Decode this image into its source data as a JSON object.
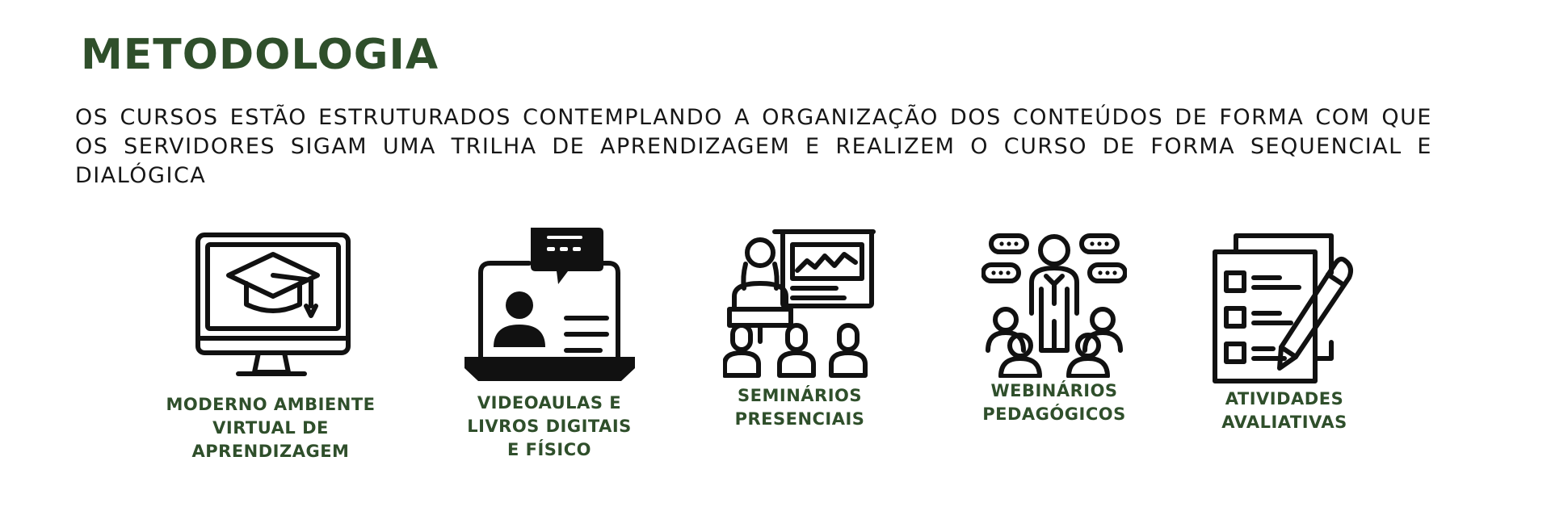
{
  "title": "METODOLOGIA",
  "intro": "OS CURSOS ESTÃO ESTRUTURADOS CONTEMPLANDO A ORGANIZAÇÃO DOS CONTEÚDOS DE FORMA COM QUE OS SERVIDORES SIGAM UMA TRILHA DE APRENDIZAGEM E REALIZEM O CURSO DE FORMA SEQUENCIAL E DIALÓGICA",
  "colors": {
    "accent": "#2f4f2b",
    "text": "#161616",
    "icon": "#111111"
  },
  "items": [
    {
      "icon": "graduation-monitor-icon",
      "label_lines": [
        "MODERNO AMBIENTE",
        "VIRTUAL DE",
        "APRENDIZAGEM"
      ]
    },
    {
      "icon": "video-lesson-laptop-icon",
      "label_lines": [
        "VIDEOAULAS E",
        "LIVROS DIGITAIS",
        "E FÍSICO"
      ]
    },
    {
      "icon": "seminar-presenter-icon",
      "label_lines": [
        "SEMINÁRIOS",
        "PRESENCIAIS"
      ]
    },
    {
      "icon": "webinar-group-icon",
      "label_lines": [
        "WEBINÁRIOS",
        "PEDAGÓGICOS"
      ]
    },
    {
      "icon": "checklist-pencil-icon",
      "label_lines": [
        "ATIVIDADES",
        "AVALIATIVAS"
      ]
    }
  ]
}
